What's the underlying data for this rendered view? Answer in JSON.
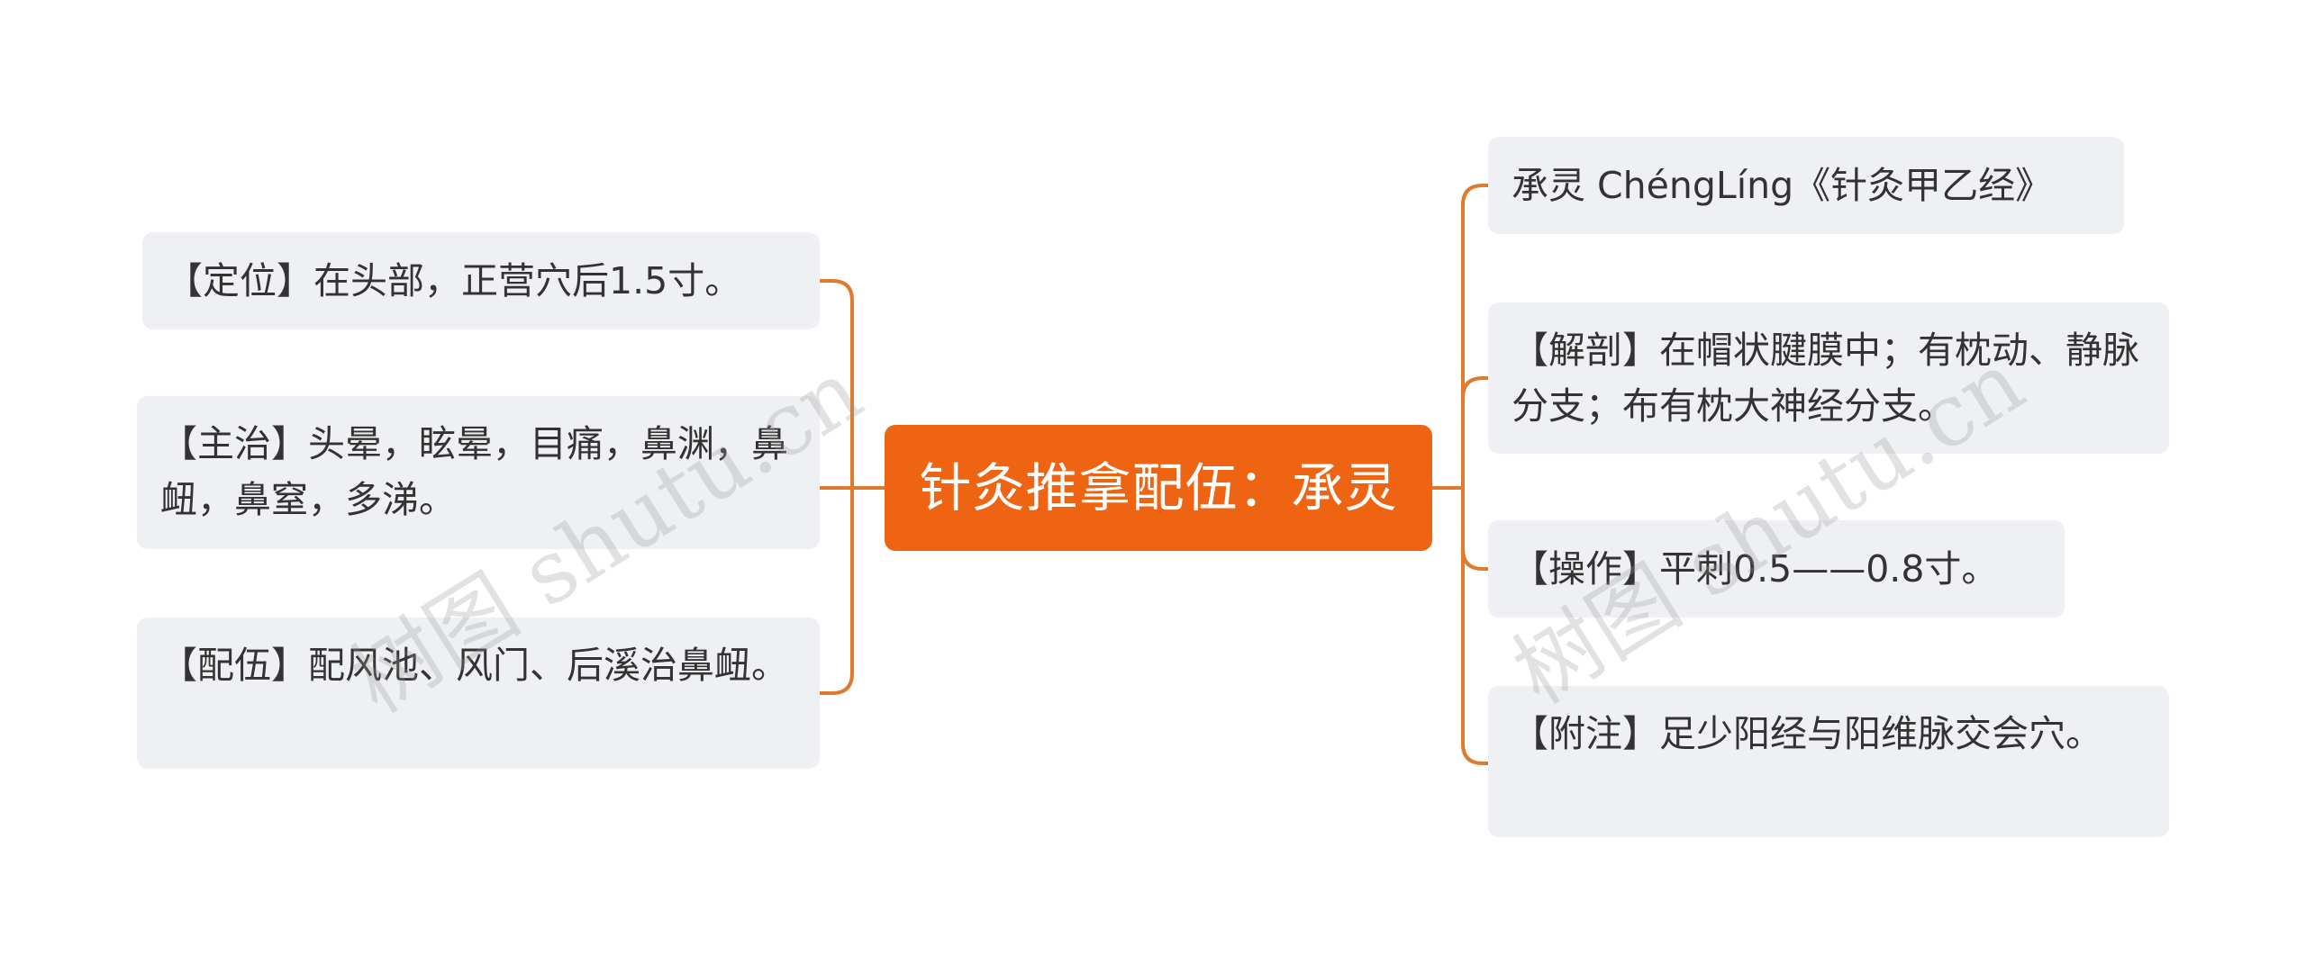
{
  "root": {
    "label": "针灸推拿配伍：承灵"
  },
  "left_branches": [
    {
      "text": "【定位】在头部，正营穴后1.5寸。"
    },
    {
      "text": "【主治】头晕，眩晕，目痛，鼻渊，鼻衄，鼻窒，多涕。"
    },
    {
      "text": "【配伍】配风池、风门、后溪治鼻衄。"
    }
  ],
  "right_branches": [
    {
      "text": "承灵 ChéngLíng《针灸甲乙经》"
    },
    {
      "text": "【解剖】在帽状腱膜中；有枕动、静脉分支；布有枕大神经分支。"
    },
    {
      "text": "【操作】平刺0.5——0.8寸。"
    },
    {
      "text": "【附注】足少阳经与阳维脉交会穴。"
    }
  ],
  "watermarks": [
    "树图 shutu.cn",
    "树图 shutu.cn"
  ],
  "colors": {
    "accent": "#ee6412",
    "connector": "#e07a2c",
    "node_bg": "#eef0f3",
    "text": "#333333"
  }
}
